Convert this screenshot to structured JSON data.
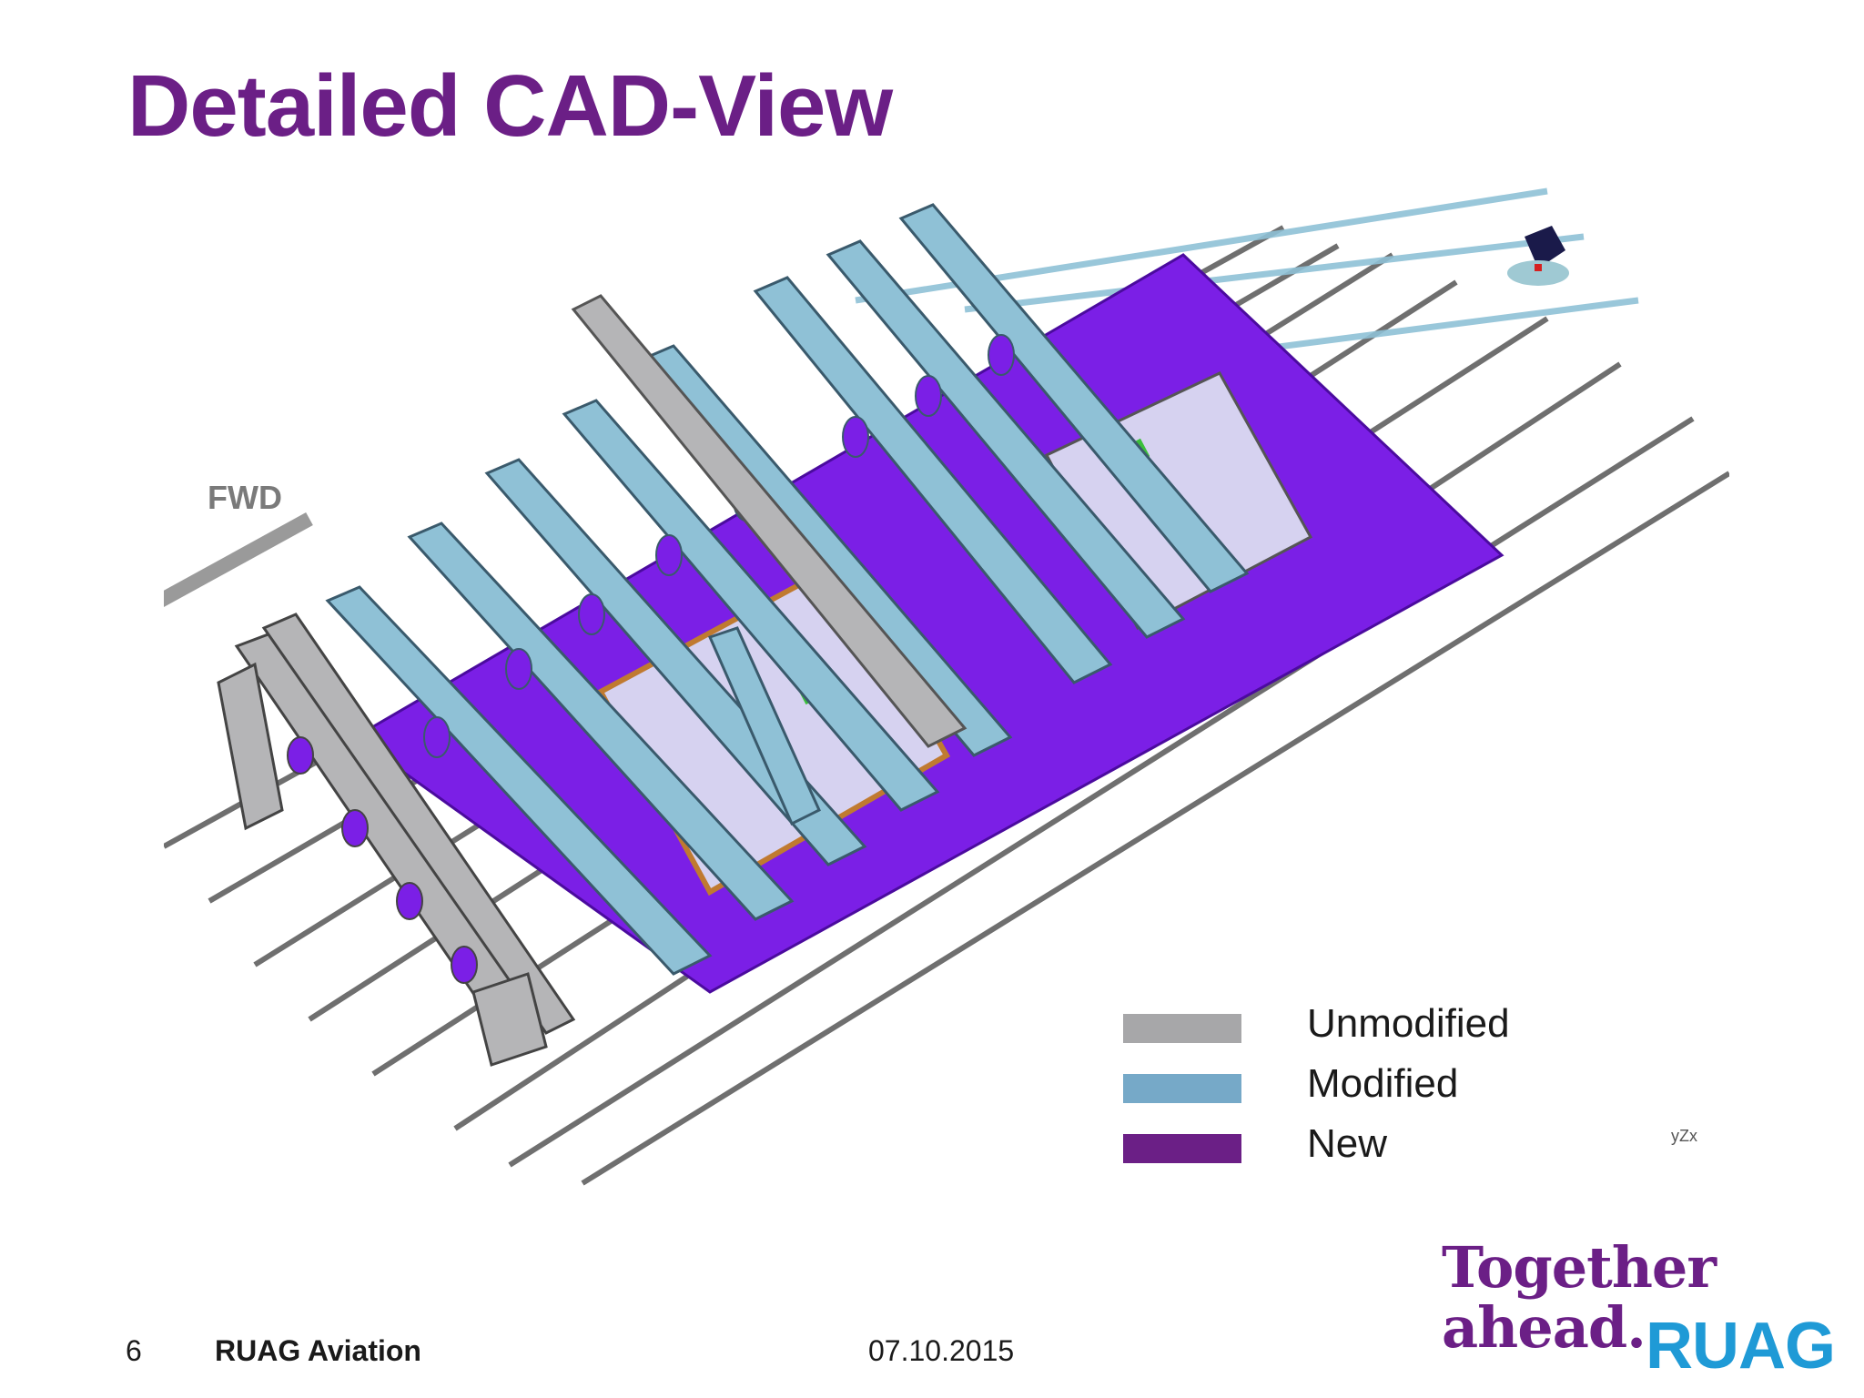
{
  "slide": {
    "title": "Detailed CAD-View",
    "direction_label": "FWD",
    "axis_glyph": "yZx",
    "legend": [
      {
        "label": "Unmodified",
        "color": "#a7a7a9"
      },
      {
        "label": "Modified",
        "color": "#76a9c8"
      },
      {
        "label": "New",
        "color": "#6b1f86"
      }
    ],
    "footer": {
      "page_number": "6",
      "company": "RUAG Aviation",
      "date": "07.10.2015"
    },
    "slogan_line1": "Together",
    "slogan_line2": "ahead.",
    "brand": "RUAG"
  },
  "colors": {
    "title": "#6b1f86",
    "new_part": "#7b1fe6",
    "modified_part": "#8fc1d6",
    "unmodified_part": "#b5b5b7",
    "brand": "#1f9ad6"
  }
}
